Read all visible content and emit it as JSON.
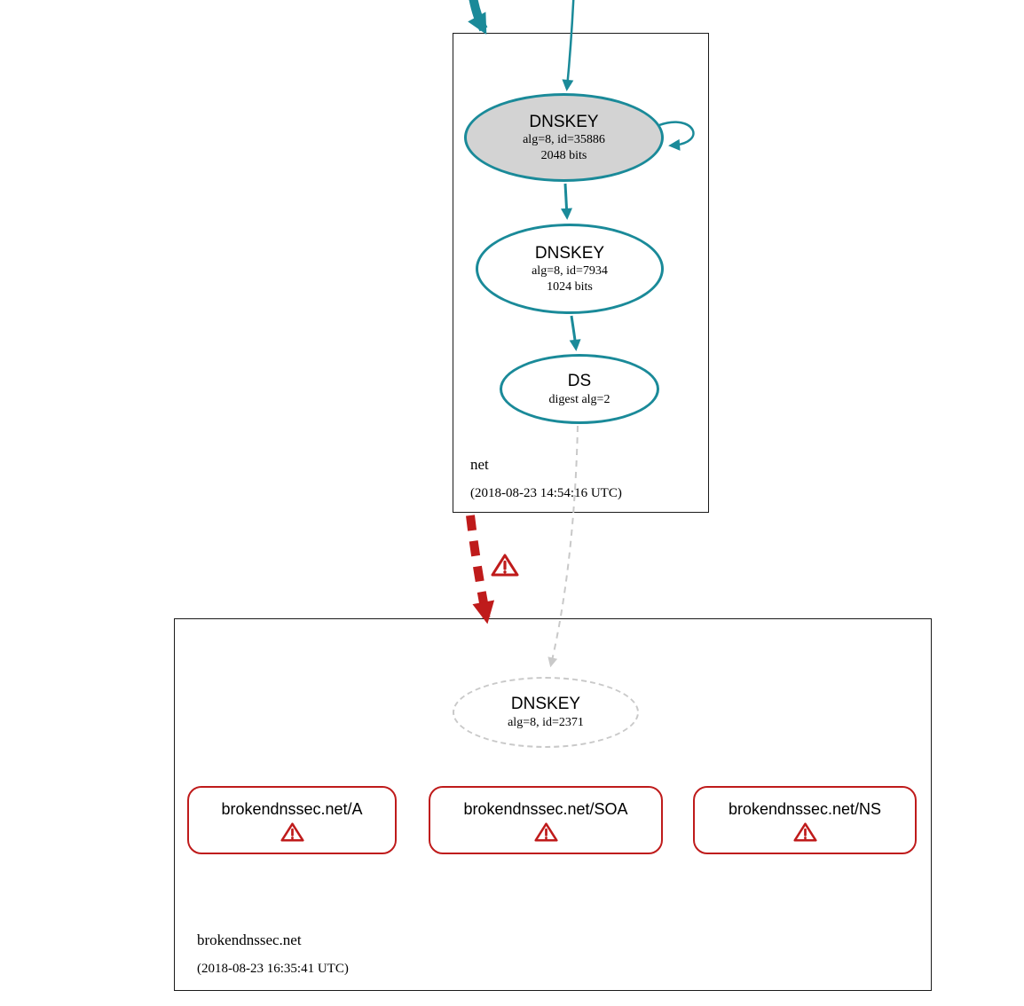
{
  "diagram": {
    "colors": {
      "teal": "#1a8a99",
      "red": "#bf1b1b",
      "node_fill_gray": "#d3d3d3",
      "dashed_gray": "#c9c9c9"
    },
    "zones": {
      "net": {
        "name": "net",
        "timestamp": "(2018-08-23 14:54:16 UTC)"
      },
      "brokendnssec": {
        "name": "brokendnssec.net",
        "timestamp": "(2018-08-23 16:35:41 UTC)"
      }
    },
    "nodes": {
      "ksk": {
        "title": "DNSKEY",
        "attr1": "alg=8, id=35886",
        "attr2": "2048 bits"
      },
      "zsk": {
        "title": "DNSKEY",
        "attr1": "alg=8, id=7934",
        "attr2": "1024 bits"
      },
      "ds": {
        "title": "DS",
        "attr1": "digest alg=2"
      },
      "broken_dnskey": {
        "title": "DNSKEY",
        "attr1": "alg=8, id=2371"
      }
    },
    "rrsets": [
      {
        "label": "brokendnssec.net/A"
      },
      {
        "label": "brokendnssec.net/SOA"
      },
      {
        "label": "brokendnssec.net/NS"
      }
    ],
    "icons": {
      "warning": "warning-triangle"
    }
  }
}
